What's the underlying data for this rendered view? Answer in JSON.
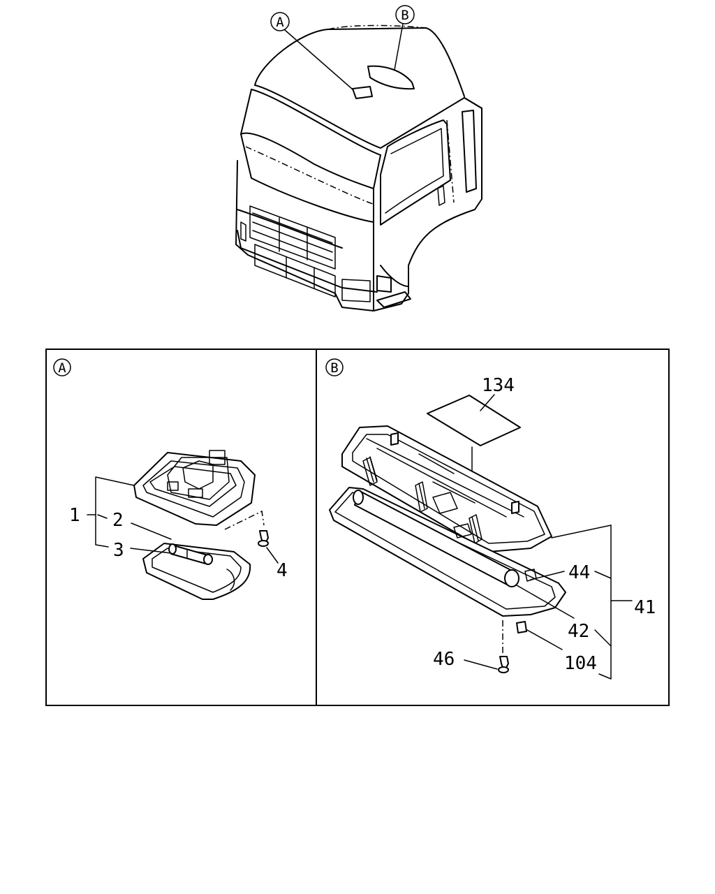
{
  "callouts": {
    "top_a": "A",
    "top_b": "B",
    "panel_a": "A",
    "panel_b": "B"
  },
  "panel_a": {
    "labels": {
      "p1": "1",
      "p2": "2",
      "p3": "3",
      "p4": "4"
    }
  },
  "panel_b": {
    "labels": {
      "p134": "134",
      "p44": "44",
      "p41": "41",
      "p42": "42",
      "p46": "46",
      "p104": "104"
    }
  }
}
